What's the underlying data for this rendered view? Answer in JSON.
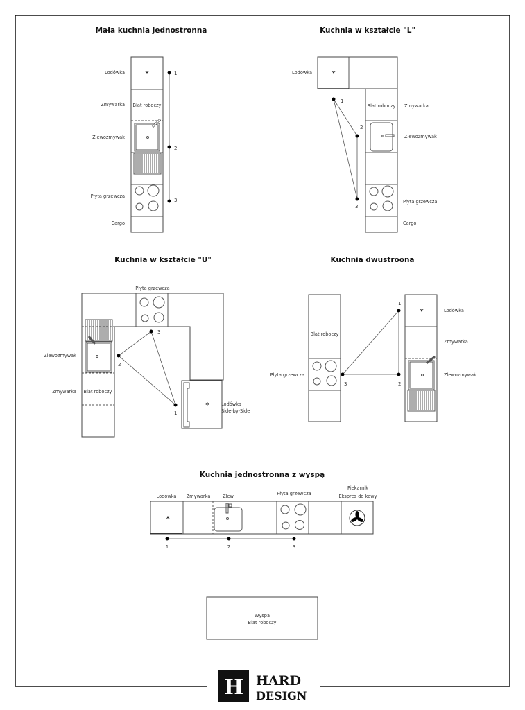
{
  "diagrams": {
    "small": {
      "title": "Mała kuchnia jednostronna",
      "labels": [
        "Lodówka",
        "Zmywarka",
        "Zlewozmywak",
        "Płyta grzewcza",
        "Cargo"
      ],
      "counter": "Blat roboczy",
      "points": [
        "1",
        "2",
        "3"
      ]
    },
    "l_shape": {
      "title": "Kuchnia w kształcie \"L\"",
      "labels": [
        "Lodówka",
        "Zmywarka",
        "Zlewozmywak",
        "Płyta grzewcza",
        "Cargo"
      ],
      "counter": "Blat roboczy",
      "points": [
        "1",
        "2",
        "3"
      ]
    },
    "u_shape": {
      "title": "Kuchnia w kształcie \"U\"",
      "labels": [
        "Płyta grzewcza",
        "Zlewozmywak",
        "Zmywarka",
        "Lodówka",
        "Side-by-Side"
      ],
      "counter": "Blat roboczy",
      "points": [
        "1",
        "2",
        "3"
      ]
    },
    "two_sided": {
      "title": "Kuchnia dwustroona",
      "labels": [
        "Płyta grzewcza",
        "Lodówka",
        "Zmywarka",
        "Zlewozmywak"
      ],
      "counter": "Blat roboczy",
      "points": [
        "1",
        "2",
        "3"
      ]
    },
    "island": {
      "title": "Kuchnia jednostronna z wyspą",
      "labels": [
        "Lodówka",
        "Zmywarka",
        "Zlew",
        "Płyta grzewcza",
        "Piekarnik",
        "Ekspres do kawy"
      ],
      "points": [
        "1",
        "2",
        "3"
      ],
      "island_labels": [
        "Wyspa",
        "Blat roboczy"
      ]
    }
  },
  "symbols": {
    "fridge": "*"
  },
  "logo": {
    "mark": "H",
    "line1": "HARD",
    "line2": "DESIGN"
  }
}
